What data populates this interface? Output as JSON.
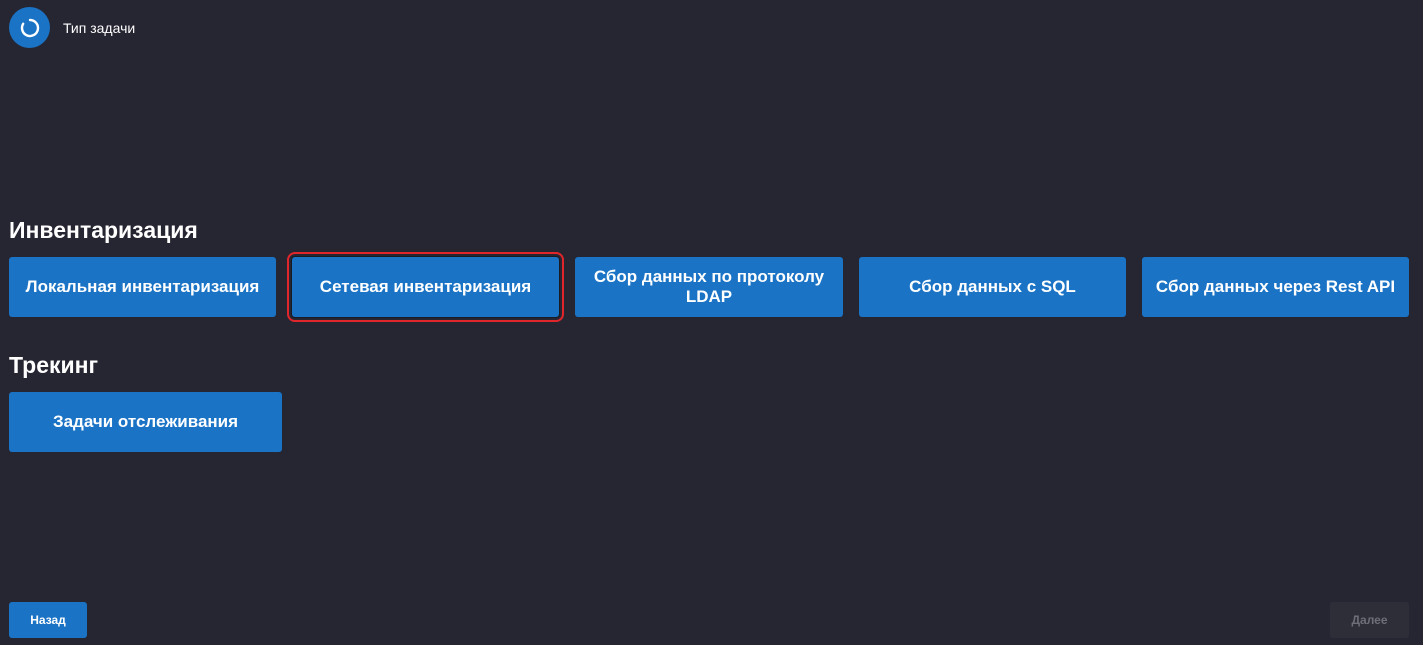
{
  "header": {
    "step_title": "Тип задачи",
    "step_icon": "spinner-icon"
  },
  "colors": {
    "background": "#262532",
    "accent": "#1a73c5",
    "selected_outline": "#e0262a",
    "disabled_bg": "#2e2e38",
    "disabled_text": "#6e6e78"
  },
  "sections": {
    "inventory": {
      "title": "Инвентаризация",
      "tiles": [
        {
          "label": "Локальная инвентаризация",
          "selected": false
        },
        {
          "label": "Сетевая инвентаризация",
          "selected": true
        },
        {
          "label": "Сбор данных по протоколу LDAP",
          "selected": false
        },
        {
          "label": "Сбор данных с SQL",
          "selected": false
        },
        {
          "label": "Сбор данных через Rest API",
          "selected": false
        }
      ]
    },
    "tracking": {
      "title": "Трекинг",
      "tiles": [
        {
          "label": "Задачи отслеживания",
          "selected": false
        }
      ]
    }
  },
  "footer": {
    "back_label": "Назад",
    "next_label": "Далее",
    "next_disabled": true
  }
}
